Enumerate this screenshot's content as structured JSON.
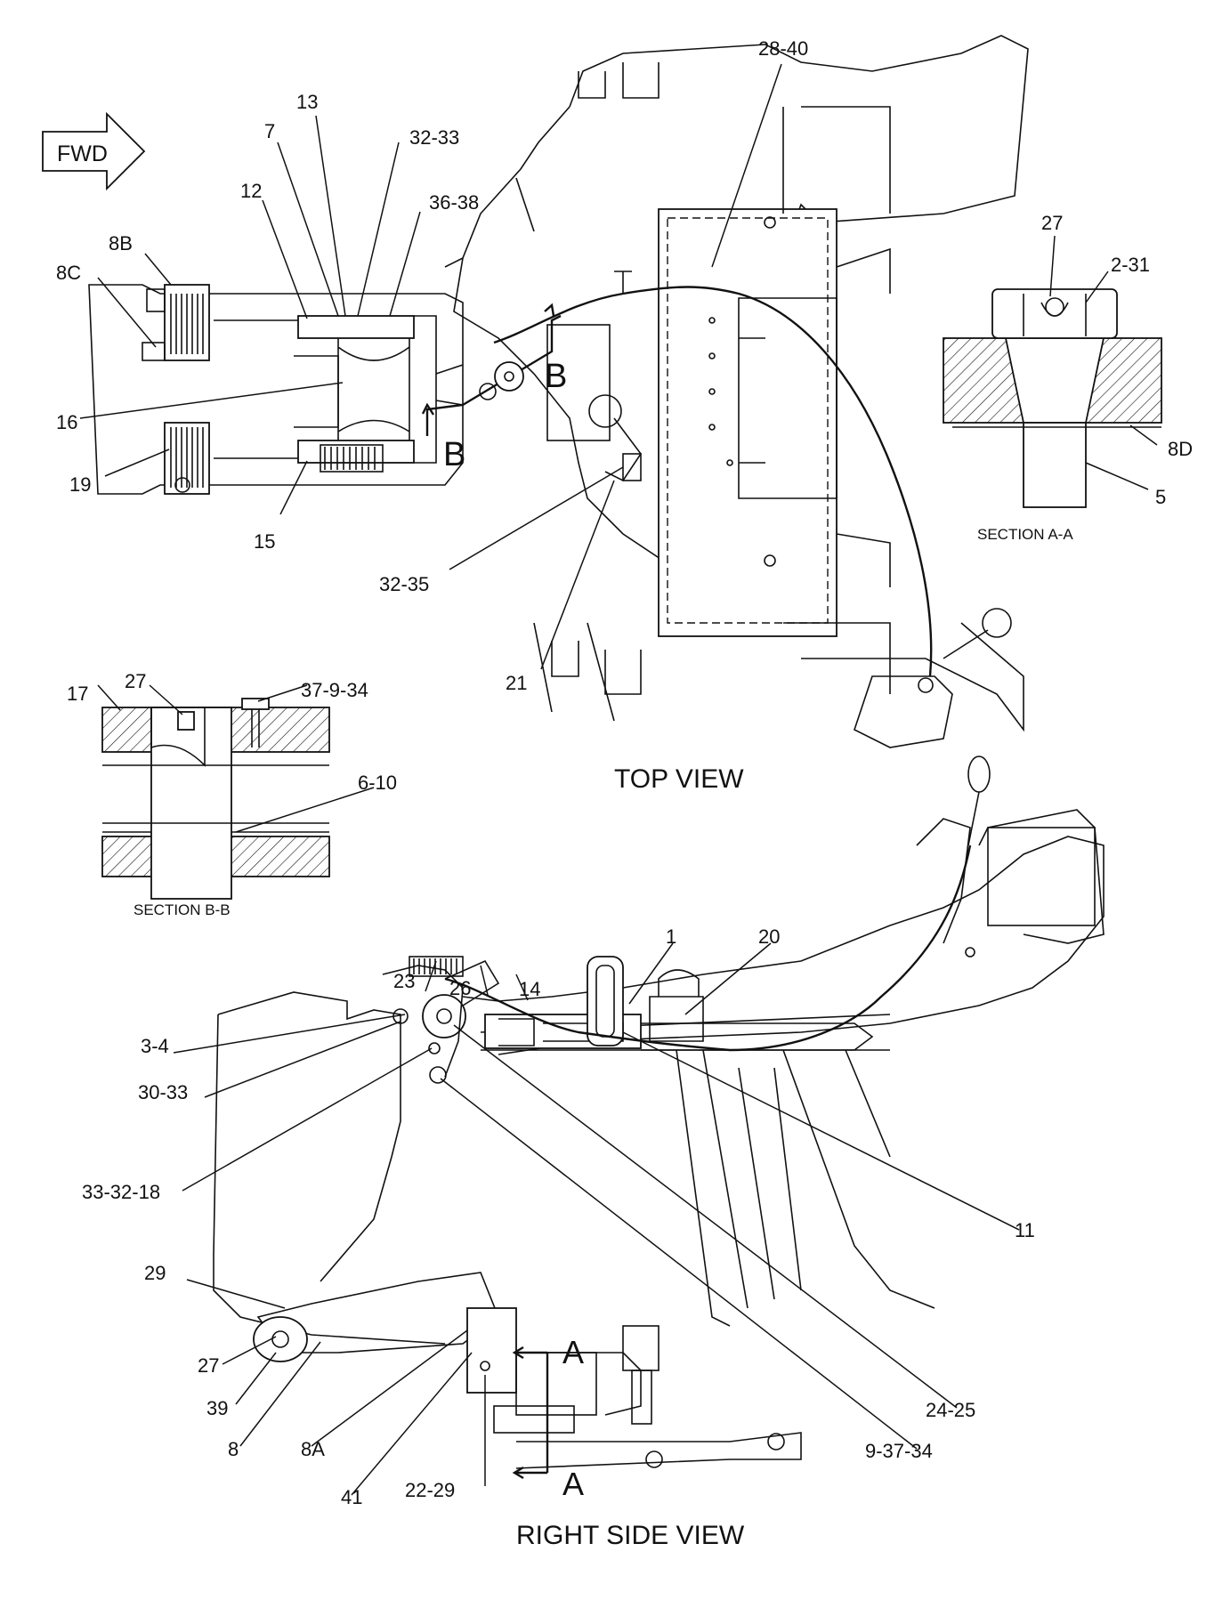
{
  "views": {
    "top_view": "TOP VIEW",
    "right_side_view": "RIGHT SIDE VIEW",
    "section_aa": "SECTION A-A",
    "section_bb": "SECTION B-B"
  },
  "fwd_label": "FWD",
  "section_letters": {
    "b": "B",
    "a": "A"
  },
  "callouts": {
    "top": [
      "28-40",
      "13",
      "7",
      "32-33",
      "12",
      "36-38",
      "8B",
      "8C",
      "16",
      "19",
      "15",
      "32-35",
      "21"
    ],
    "section_aa": [
      "27",
      "2-31",
      "8D",
      "5"
    ],
    "section_bb": [
      "17",
      "27",
      "37-9-34",
      "6-10"
    ],
    "side": [
      "1",
      "20",
      "23",
      "26",
      "14",
      "3-4",
      "30-33",
      "33-32-18",
      "11",
      "29",
      "27",
      "39",
      "8",
      "8A",
      "41",
      "22-29",
      "24-25",
      "9-37-34"
    ]
  }
}
